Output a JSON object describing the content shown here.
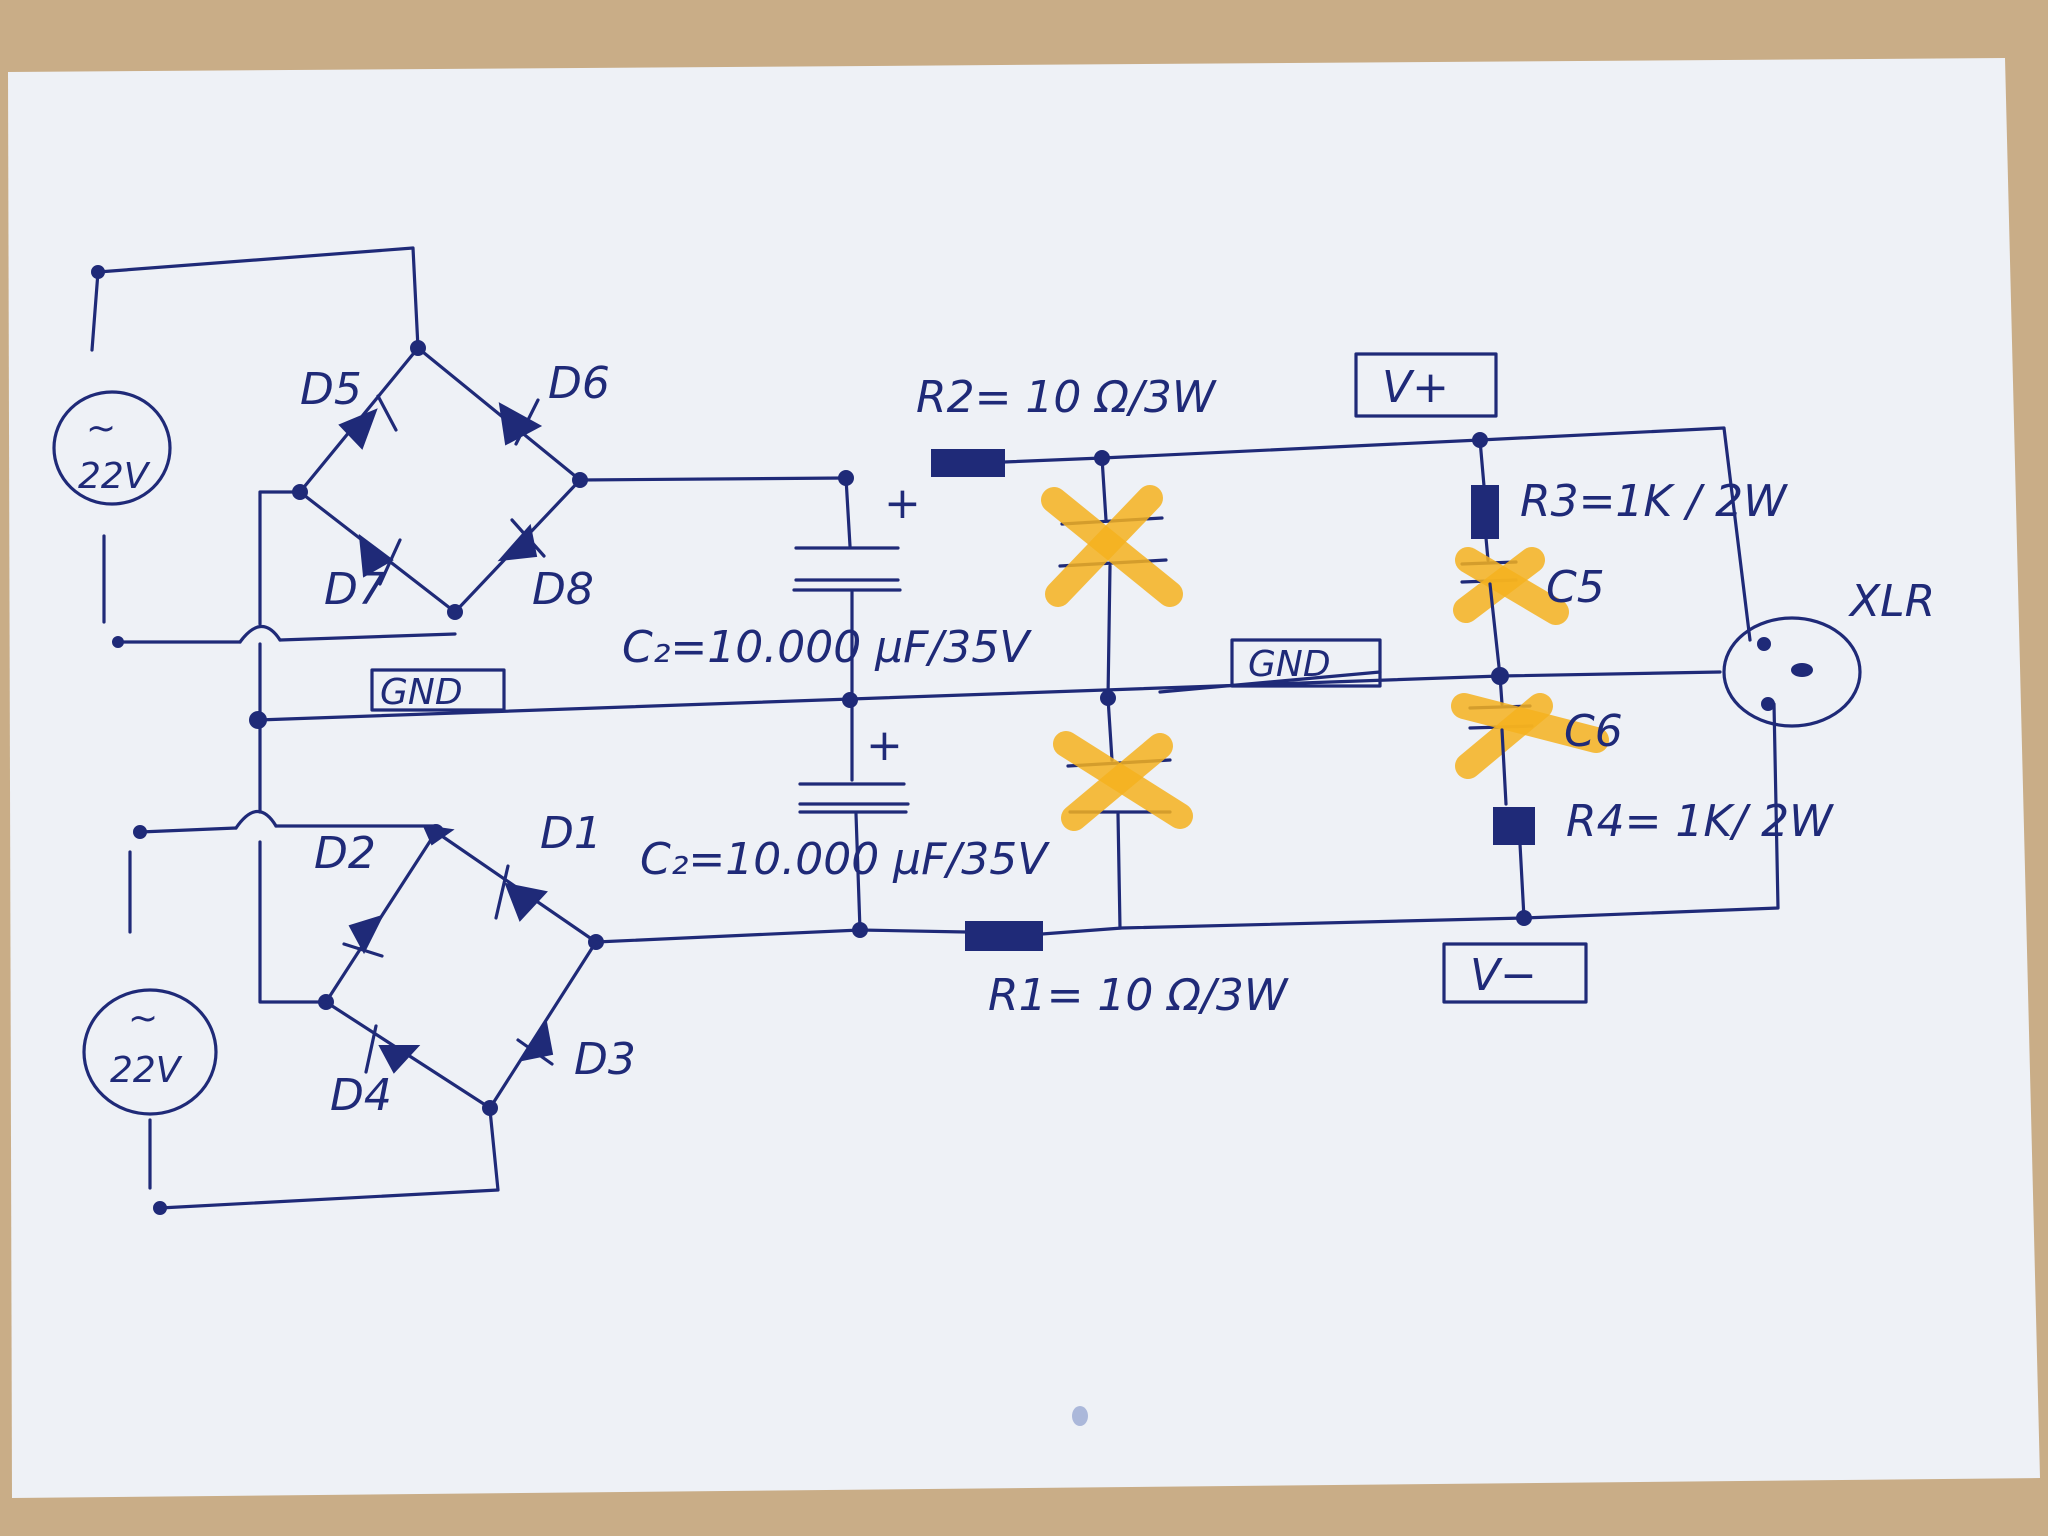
{
  "colors": {
    "ink": "#1f2a78",
    "paper": "#f2f4f8",
    "table": "#c9ad87",
    "highlighter": "#f5b21f"
  },
  "sources": {
    "top": {
      "symbol": "~",
      "voltage": "22V"
    },
    "bottom": {
      "symbol": "~",
      "voltage": "22V"
    }
  },
  "diodes": {
    "d5": "D5",
    "d6": "D6",
    "d7": "D7",
    "d8": "D8",
    "d1": "D1",
    "d2": "D2",
    "d3": "D3",
    "d4": "D4"
  },
  "labels": {
    "gnd_left": "GND",
    "gnd_mid": "GND",
    "v_plus": "V+",
    "v_minus": "V−",
    "c_top": "C₂=10.000 μF/35V",
    "c_bottom": "C₂=10.000 μF/35V",
    "r2": "R2= 10 Ω/3W",
    "r1": "R1= 10 Ω/3W",
    "r3": "R3=1K / 2W",
    "r4": "R4= 1K/ 2W",
    "c5": "C5",
    "c6": "C6",
    "xlr": "XLR",
    "plus_top": "+",
    "plus_bottom": "+"
  }
}
